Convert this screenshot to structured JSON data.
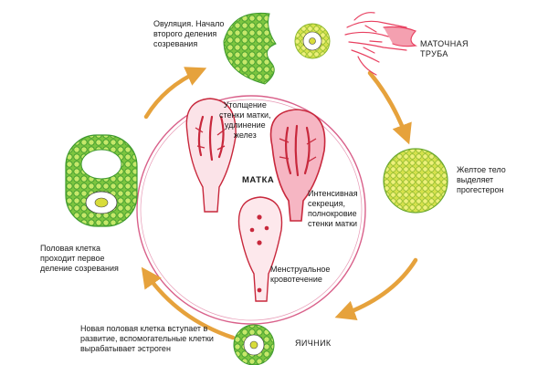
{
  "labels": {
    "ovulation": "Овуляция. Начало\nвторого деления\nсозревания",
    "fallopian_tube": "МАТОЧНАЯ\nТРУБА",
    "corpus_luteum": "Желтое тело\nвыделяет\nпрогестерон",
    "ovary": "ЯИЧНИК",
    "new_cell": "Новая половая клетка вступает в\nразвитие, вспомогательные клетки\nвырабатывает эстроген",
    "first_division": "Половая клетка\nпроходит первое\nделение созревания",
    "uterus": "МАТКА",
    "thickening": "Утолщение\nстенки матки,\nудлинение\nжелез",
    "secretion": "Интенсивная\nсекреция,\nполнокровие\nстенки матки",
    "menstruation": "Менструальное\nкровотечение"
  },
  "colors": {
    "circle": "#d9608a",
    "arrow": "#e6a23c",
    "follicle_green": "#4fb13a",
    "follicle_light": "#bfe36a",
    "yolk_yellow": "#e8ec5a",
    "uterus_red": "#c8283c",
    "tube_pink": "#e84060"
  }
}
